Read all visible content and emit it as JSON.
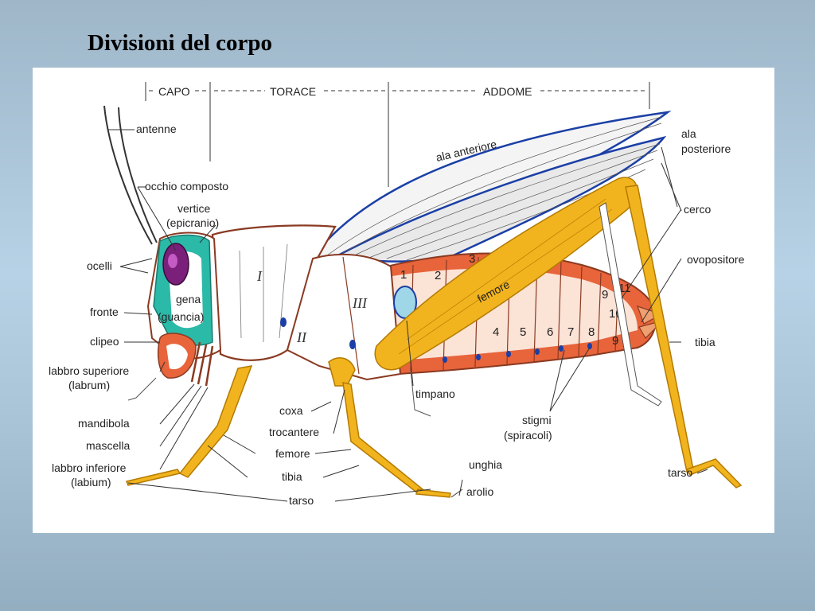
{
  "slide": {
    "title": "Divisioni del corpo"
  },
  "regions": {
    "capo": "CAPO",
    "torace": "TORACE",
    "addome": "ADDOME"
  },
  "labels": {
    "antenne": "antenne",
    "occhio_composto": "occhio composto",
    "vertice_1": "vertice",
    "vertice_2": "(epicranio)",
    "ocelli": "ocelli",
    "fronte": "fronte",
    "gena_1": "gena",
    "gena_2": "(guancia)",
    "clipeo": "clipeo",
    "labbro_sup_1": "labbro superiore",
    "labbro_sup_2": "(labrum)",
    "mandibola": "mandibola",
    "mascella": "mascella",
    "labbro_inf_1": "labbro inferiore",
    "labbro_inf_2": "(labium)",
    "coxa": "coxa",
    "trocantere": "trocantere",
    "femore_leg": "femore",
    "tibia_leg": "tibia",
    "tarso_leg": "tarso",
    "timpano": "timpano",
    "stigmi_1": "stigmi",
    "stigmi_2": "(spiracoli)",
    "unghia": "unghia",
    "arolio": "arolio",
    "ala_anteriore": "ala anteriore",
    "ala_posteriore_1": "ala",
    "ala_posteriore_2": "posteriore",
    "cerco": "cerco",
    "ovopositore": "ovopositore",
    "tibia_right": "tibia",
    "tarso_right": "tarso",
    "femore_hind": "femore"
  },
  "thorax_segments": [
    "I",
    "II",
    "III"
  ],
  "abdomen_segments": [
    "1",
    "2",
    "3",
    "4",
    "5",
    "6",
    "7",
    "8",
    "9",
    "10",
    "11",
    "9"
  ],
  "colors": {
    "eye": "#7a1f7a",
    "head_plate": "#2bb9a8",
    "abdomen": "#e8643a",
    "legs": "#f2b41e",
    "wing_outline": "#1b3fa6",
    "body_outline": "#8a3a22"
  }
}
